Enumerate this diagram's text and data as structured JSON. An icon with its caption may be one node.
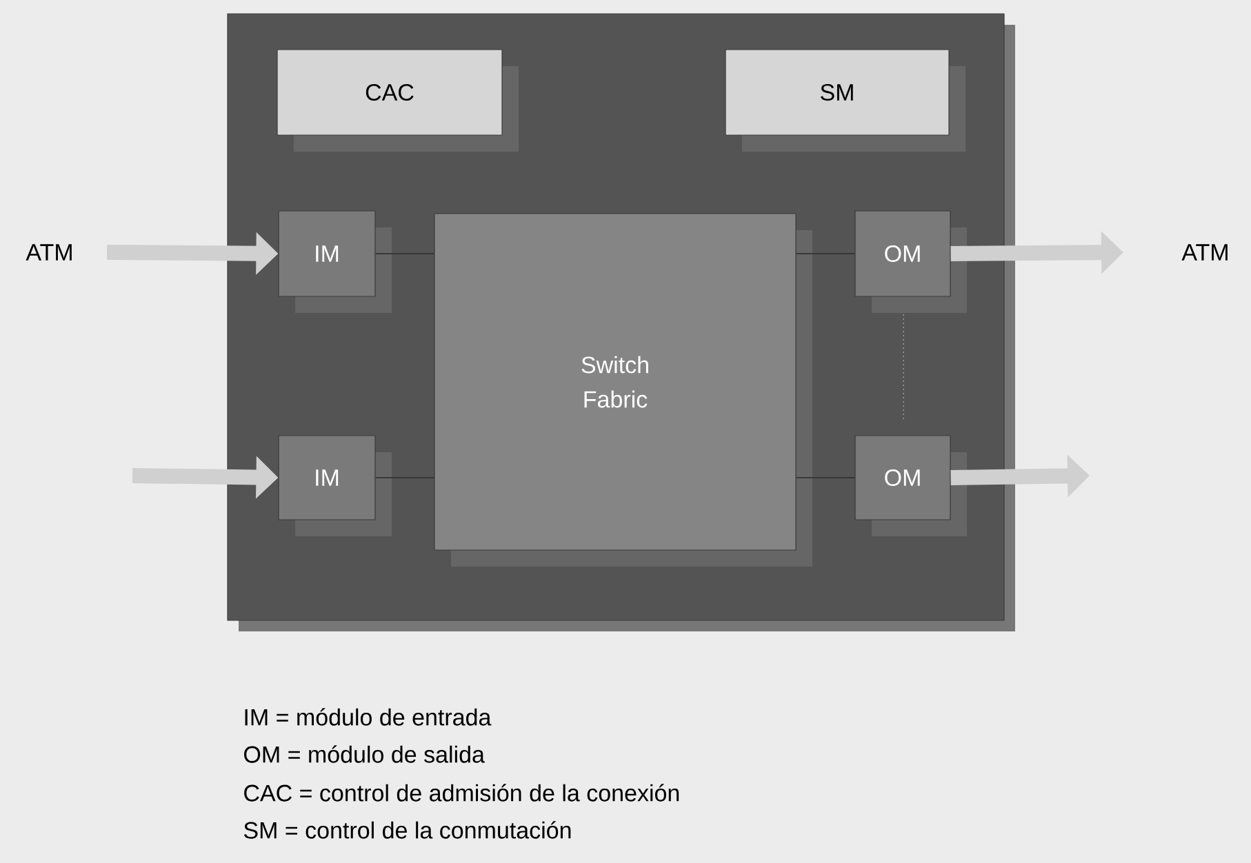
{
  "diagram": {
    "nodes": [
      {
        "text": [],
        "shape": "box"
      },
      {
        "text": [
          "CAC"
        ],
        "in": 0
      },
      {
        "text": [
          "SM"
        ],
        "in": 0
      },
      {
        "text": [
          "IM"
        ],
        "in": 0
      },
      {
        "text": [
          "IM"
        ],
        "in": 0
      },
      {
        "text": [
          "Switch Fabric"
        ],
        "in": 0
      },
      {
        "text": [
          "OM"
        ],
        "in": 0
      },
      {
        "text": [
          "OM"
        ],
        "in": 0
      },
      {
        "text": [
          "ATM"
        ]
      },
      {
        "text": [
          "ATM"
        ]
      }
    ],
    "edges": [
      {
        "from": 8,
        "to": 3,
        "arrow": "to",
        "style": "thick"
      },
      {
        "from": null,
        "to": 4,
        "arrow": "to",
        "style": "thick"
      },
      {
        "from": 3,
        "to": 5,
        "arrow": "none",
        "color": "#2e2e2e"
      },
      {
        "from": 4,
        "to": 5,
        "arrow": "none",
        "color": "#2e2e2e"
      },
      {
        "from": 5,
        "to": 6,
        "arrow": "none",
        "color": "#2e2e2e"
      },
      {
        "from": 5,
        "to": 7,
        "arrow": "none",
        "color": "#2e2e2e"
      },
      {
        "from": 6,
        "to": 9,
        "arrow": "to",
        "style": "thick"
      },
      {
        "from": 7,
        "to": null,
        "arrow": "to",
        "style": "thick"
      }
    ],
    "labels": [
      "IM = módulo de entrada",
      "OM = módulo de salida",
      "CAC = control de admisión de la conexión",
      "SM = control de la conmutación"
    ]
  }
}
